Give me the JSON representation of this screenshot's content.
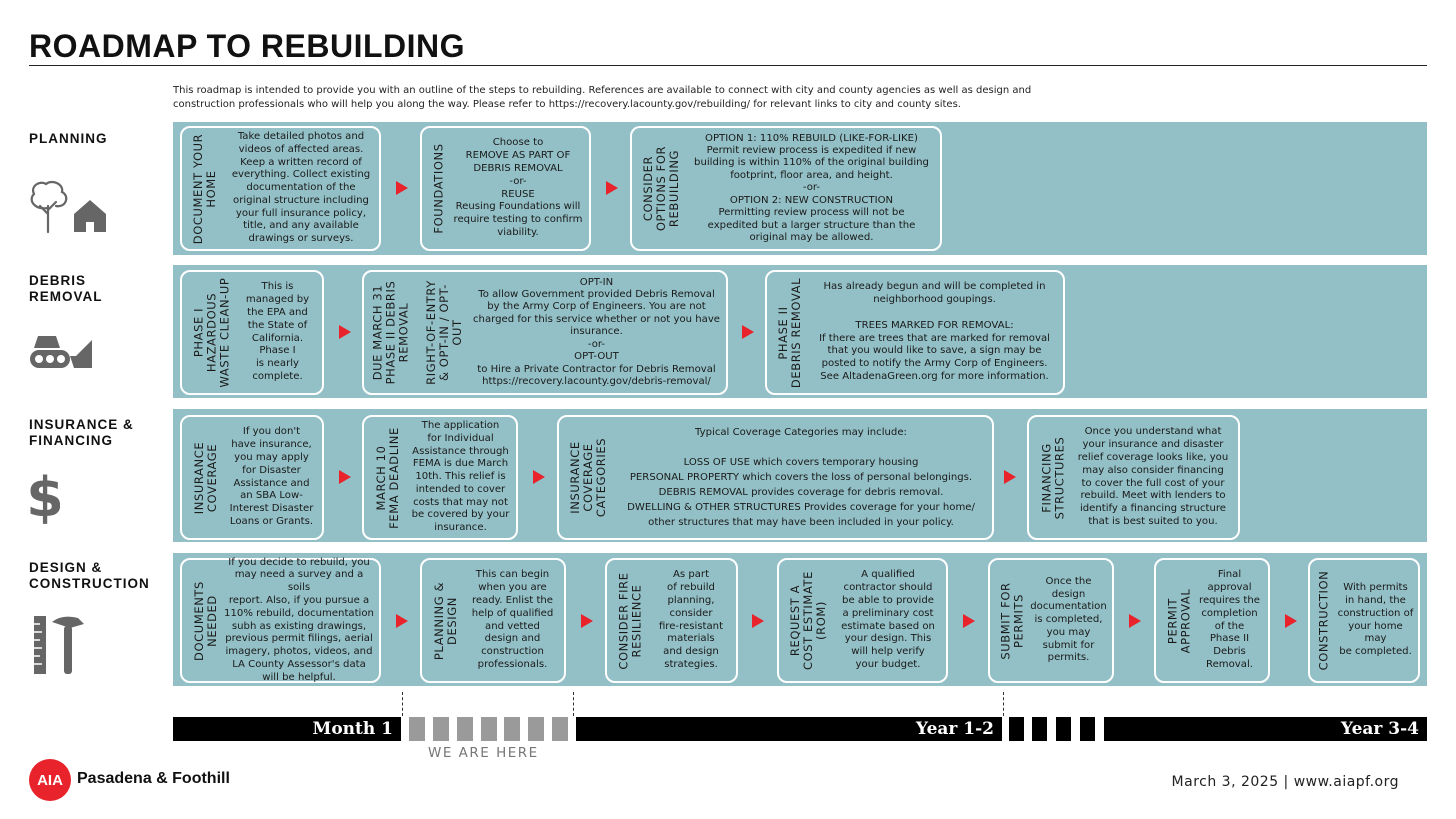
{
  "title": "ROADMAP TO REBUILDING",
  "intro": "This roadmap is intended to provide you with an outline of the steps to rebuilding. References are available to connect with city and county agencies as well as design and construction professionals who will help you along the way. Please refer to https://recovery.lacounty.gov/rebuilding/ for relevant links to city and county sites.",
  "icons": {
    "accent": "#e8232b",
    "band": "#93c0c6",
    "planning": "tree-house-icon",
    "debris": "bulldozer-icon",
    "insurance": "dollar-icon",
    "design": "ruler-hammer-icon"
  },
  "sections": {
    "planning": {
      "label": "PLANNING",
      "cards": [
        {
          "label": "DOCUMENT YOUR\nHOME",
          "text": "Take detailed photos and\nvideos of affected areas.\nKeep a written record of\neverything. Collect existing\ndocumentation of the\noriginal structure including\nyour full insurance policy,\ntitle, and any available\ndrawings or surveys."
        },
        {
          "label": "FOUNDATIONS",
          "text": "Choose to\nREMOVE AS PART OF\nDEBRIS REMOVAL\n-or-\nREUSE\nReusing Foundations will\nrequire testing to confirm\nviability."
        },
        {
          "label": "CONSIDER\nOPTIONS FOR\nREBUILDING",
          "text": "OPTION 1: 110% REBUILD (LIKE-FOR-LIKE)\nPermit review process is expedited if new\nbuilding is within 110% of the original building\nfootprint, floor area, and height.\n-or-\nOPTION 2: NEW CONSTRUCTION\nPermitting review process will not be\nexpedited but a larger structure than the\noriginal may be allowed."
        }
      ]
    },
    "debris": {
      "label": "DEBRIS\nREMOVAL",
      "cards": [
        {
          "label": "PHASE I\nHAZARDOUS\nWASTE CLEAN-UP",
          "text": "This is\nmanaged by\nthe EPA and\nthe State of\nCalifornia.\nPhase I\nis nearly\ncomplete."
        },
        {
          "label": "DUE MARCH 31\nPHASE II DEBRIS\nREMOVAL",
          "label2": "RIGHT-OF-ENTRY\n& OPT-IN / OPT-\nOUT",
          "text": "OPT-IN\nTo allow Government provided Debris Removal\nby the Army Corp of Engineers. You are not\ncharged for this service whether or not you have\ninsurance.\n-or-\nOPT-OUT\nto Hire a Private Contractor for Debris Removal\nhttps://recovery.lacounty.gov/debris-removal/"
        },
        {
          "label": "PHASE II\nDEBRIS REMOVAL",
          "text": "Has already begun and will be completed in\nneighborhood goupings.\n\nTREES MARKED FOR REMOVAL:\nIf there are trees that are marked for removal\nthat you would like to save, a sign may be\nposted to notify the Army Corp of Engineers.\nSee AltadenaGreen.org for more information."
        }
      ]
    },
    "insurance": {
      "label": "INSURANCE &\nFINANCING",
      "cards": [
        {
          "label": "INSURANCE\nCOVERAGE",
          "text": "If you don't\nhave insurance,\nyou may apply\nfor Disaster\nAssistance and\nan SBA Low-\nInterest Disaster\nLoans or Grants."
        },
        {
          "label": "MARCH 10\nFEMA DEADLINE",
          "text": "The application\nfor Individual\nAssistance through\nFEMA is due March\n10th. This relief is\nintended to cover\ncosts that may not\nbe covered by your\ninsurance."
        },
        {
          "label": "INSURANCE\nCOVERAGE\nCATEGORIES",
          "text": "Typical Coverage Categories  may include:\n\nLOSS OF USE which covers temporary housing\nPERSONAL PROPERTY which covers the loss of personal belongings.\nDEBRIS REMOVAL provides coverage for debris removal.\nDWELLING & OTHER STRUCTURES Provides coverage for your home/\nother structures that may have been included in your policy."
        },
        {
          "label": "FINANCING\nSTRUCTURES",
          "text": "Once you understand what\nyour insurance and disaster\nrelief coverage looks like, you\nmay also consider financing\nto cover the full cost  of your\nrebuild. Meet with lenders to\nidentify a financing structure\nthat is best suited to you."
        }
      ]
    },
    "design": {
      "label": "DESIGN &\nCONSTRUCTION",
      "cards": [
        {
          "label": "DOCUMENTS\nNEEDED",
          "text": "If you decide to rebuild, you\nmay need a survey and a soils\nreport. Also, if you pursue a\n110% rebuild, documentation\nsubh as existing drawings,\nprevious permit filings, aerial\nimagery, photos, videos, and\nLA County Assessor's data\nwill be helpful."
        },
        {
          "label": "PLANNING &\nDESIGN",
          "text": "This can begin\nwhen you are\nready. Enlist the\nhelp of qualified\nand vetted\ndesign and\nconstruction\nprofessionals."
        },
        {
          "label": "CONSIDER FIRE\nRESILIENCE",
          "text": "As part\nof rebuild\nplanning,\nconsider\nfire-resistant\nmaterials\nand design\nstrategies."
        },
        {
          "label": "REQUEST A\nCOST ESTIMATE\n(ROM)",
          "text": "A qualified\ncontractor should\nbe able to provide\na preliminary cost\nestimate based on\nyour design. This\nwill help verify\nyour budget."
        },
        {
          "label": "SUBMIT FOR\nPERMITS",
          "text": "Once the\ndesign\ndocumentation\nis completed,\nyou may\nsubmit for\npermits."
        },
        {
          "label": "PERMIT\nAPPROVAL",
          "text": "Final\napproval\nrequires the\ncompletion\nof the\nPhase II\nDebris\nRemoval."
        },
        {
          "label": "CONSTRUCTION",
          "text": "With permits\nin hand, the\nconstruction of\nyour home may\nbe completed."
        }
      ]
    }
  },
  "timeline": {
    "month": "Month 1",
    "year12": "Year 1-2",
    "year34": "Year 3-4",
    "here": "WE  ARE  HERE"
  },
  "footer": {
    "aia": "AIA",
    "org": "Pasadena & Foothill",
    "date": "March 3, 2025 | www.aiapf.org"
  }
}
